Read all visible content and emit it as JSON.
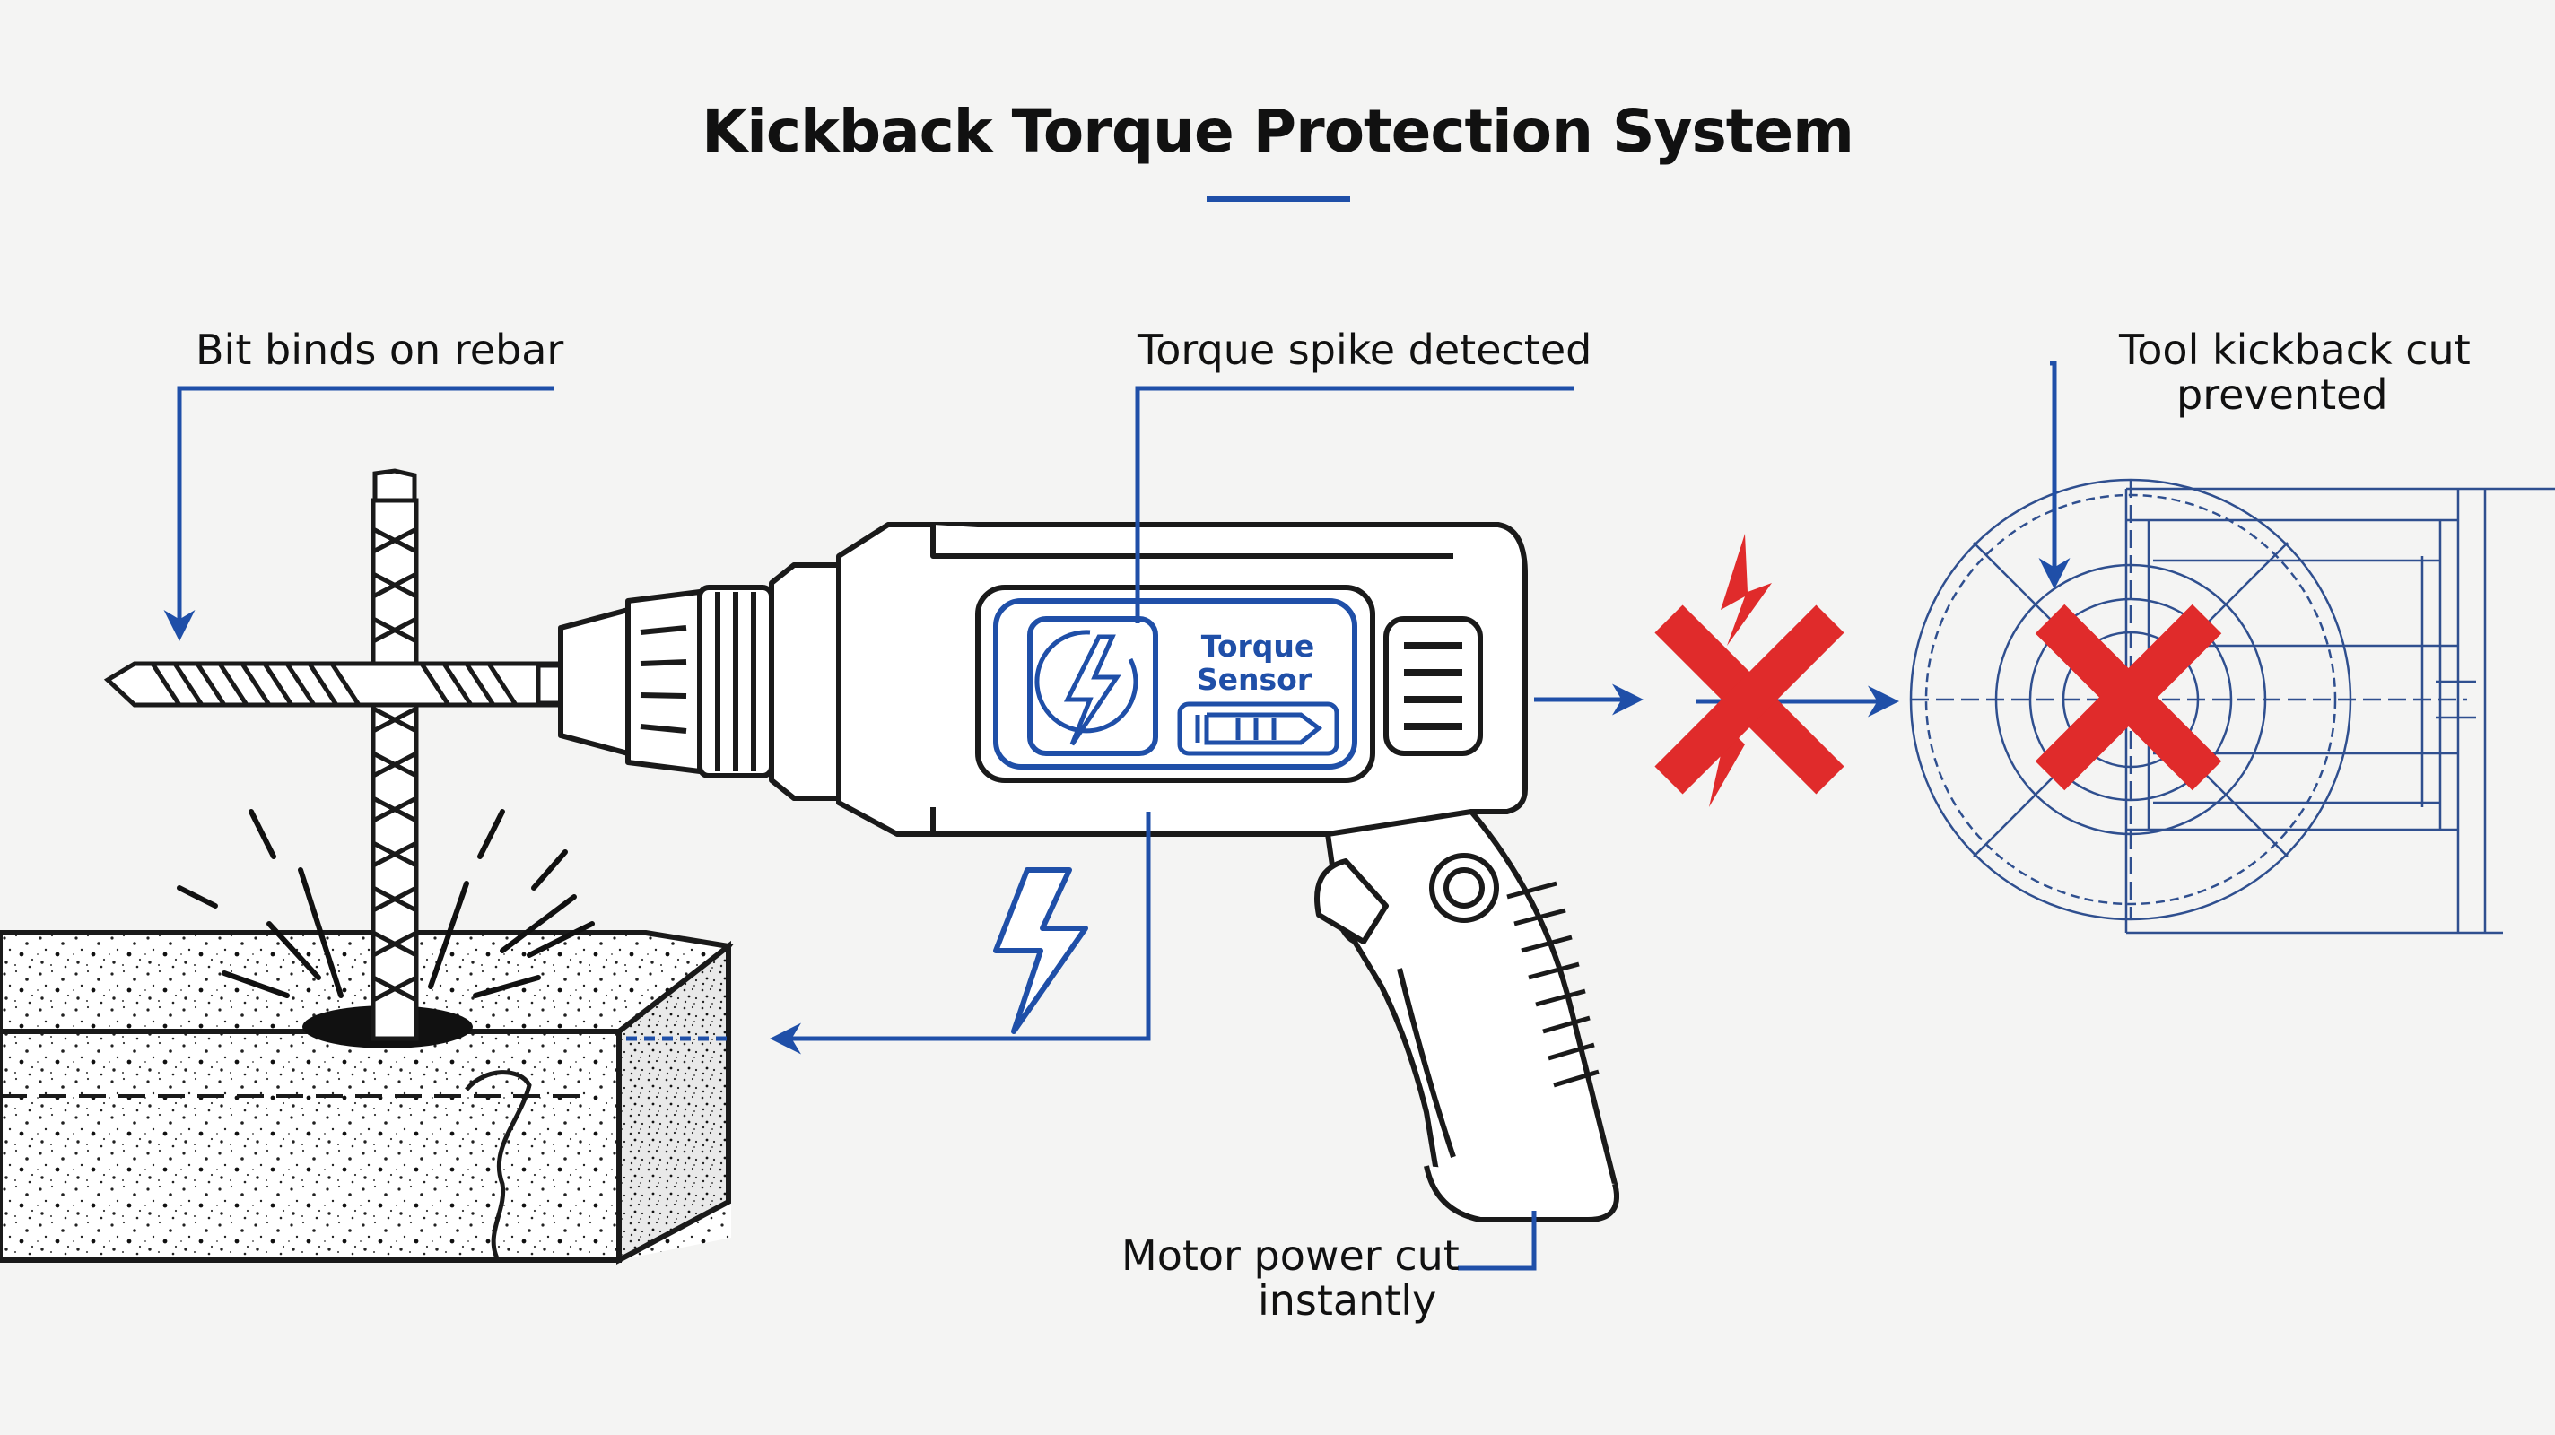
{
  "title": "Kickback Torque Protection System",
  "labels": {
    "bit_binds": "Bit binds on rebar",
    "torque_spike": "Torque spike detected",
    "kickback_line1": "Tool kickback cut",
    "kickback_line2": "prevented",
    "motor_line1": "Motor power cut",
    "motor_line2": "instantly",
    "sensor_line1": "Torque",
    "sensor_line2": "Sensor"
  },
  "colors": {
    "accent_blue": "#1f4fa8",
    "stop_red": "#e02b2b",
    "line_dark": "#1a1a1a",
    "background": "#f4f4f3"
  },
  "icons": [
    "lightning-bolt-icon",
    "red-x-icon",
    "arrow-icon"
  ]
}
